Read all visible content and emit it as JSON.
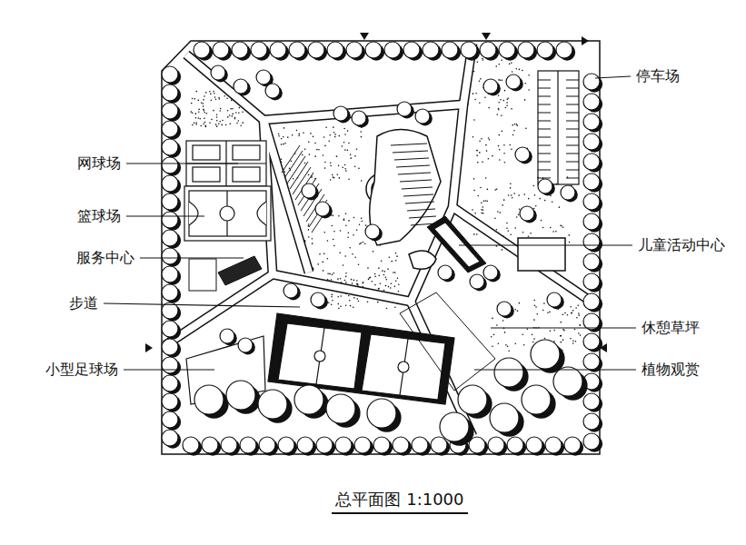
{
  "diagram": {
    "title": "总平面图 1:1000",
    "labels": [
      "网球场",
      "篮球场",
      "服务中心",
      "步道",
      "小型足球场",
      "停车场",
      "儿童活动中心",
      "休憩草坪",
      "植物观赏"
    ]
  }
}
